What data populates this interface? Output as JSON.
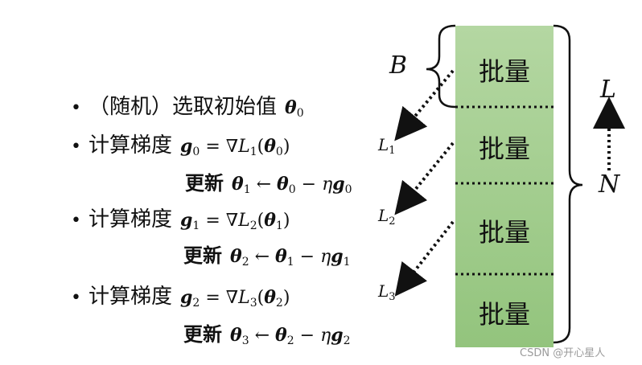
{
  "steps": [
    {
      "bullet": "•",
      "text": "（随机）选取初始值",
      "math_main": "θ",
      "math_sub": "0"
    },
    {
      "bullet": "•",
      "text": "计算梯度",
      "g_sub": "0",
      "L_sub": "1",
      "theta_sub": "0"
    },
    {
      "bullet": "•",
      "text": "计算梯度",
      "g_sub": "1",
      "L_sub": "2",
      "theta_sub": "1"
    },
    {
      "bullet": "•",
      "text": "计算梯度",
      "g_sub": "2",
      "L_sub": "3",
      "theta_sub": "2"
    }
  ],
  "updates": [
    {
      "label": "更新",
      "new_sub": "1",
      "old_sub": "0",
      "g_sub": "0"
    },
    {
      "label": "更新",
      "new_sub": "2",
      "old_sub": "1",
      "g_sub": "1"
    },
    {
      "label": "更新",
      "new_sub": "3",
      "old_sub": "2",
      "g_sub": "2"
    }
  ],
  "loss_labels": [
    {
      "name": "L",
      "sub": "1"
    },
    {
      "name": "L",
      "sub": "2"
    },
    {
      "name": "L",
      "sub": "3"
    }
  ],
  "batches": [
    "批量",
    "批量",
    "批量",
    "批量"
  ],
  "brace_left_label": "B",
  "arrow_top_label": "L",
  "brace_right_label": "N",
  "watermark": "CSDN @开心星人",
  "colors": {
    "batch_fill_top": "#b4d7a2",
    "batch_fill_bottom": "#93c47d",
    "divider": "#111111",
    "arrow": "#111111"
  }
}
